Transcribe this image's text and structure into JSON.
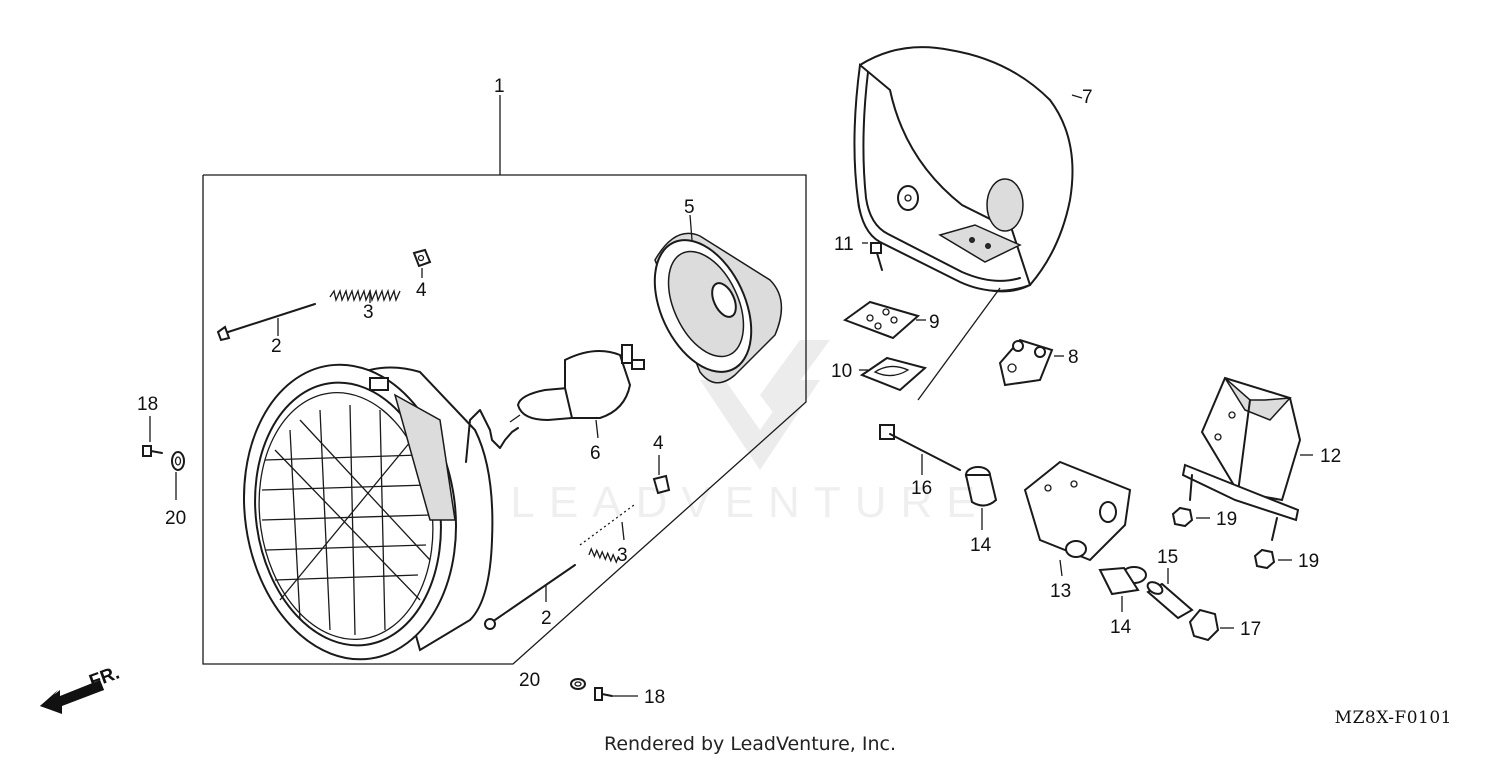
{
  "diagram": {
    "code": "MZ8X-F0101",
    "footer": "Rendered by LeadVenture, Inc.",
    "watermark": "LEADVENTURE",
    "direction_label": "FR.",
    "callouts": {
      "c1": "1",
      "c2a": "2",
      "c2b": "2",
      "c3a": "3",
      "c3b": "3",
      "c4a": "4",
      "c4b": "4",
      "c5": "5",
      "c6": "6",
      "c7": "7",
      "c8": "8",
      "c9": "9",
      "c10": "10",
      "c11": "11",
      "c12": "12",
      "c13": "13",
      "c14a": "14",
      "c14b": "14",
      "c15": "15",
      "c16": "16",
      "c17": "17",
      "c18a": "18",
      "c18b": "18",
      "c19a": "19",
      "c19b": "19",
      "c20a": "20",
      "c20b": "20"
    }
  }
}
